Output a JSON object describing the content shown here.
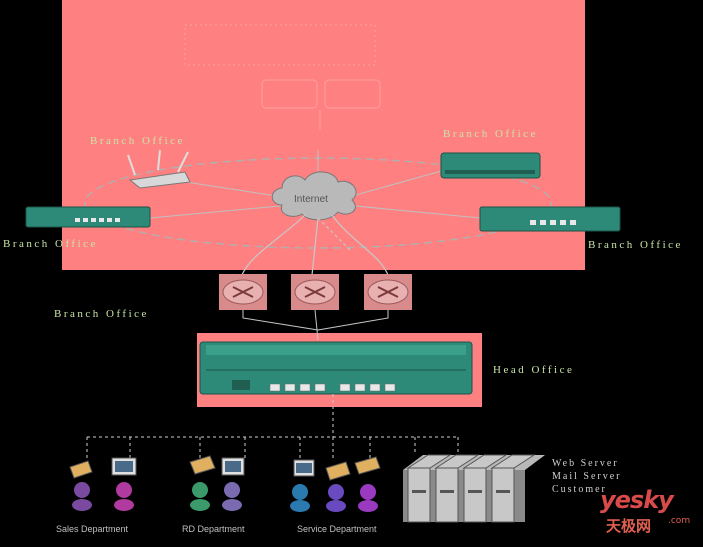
{
  "labels": {
    "branch_top_left": "Branch Office",
    "branch_top_right": "Branch Office",
    "branch_mid_left": "Branch Office",
    "branch_mid_right": "Branch Office",
    "branch_bottom": "Branch Office",
    "head_office": "Head Office",
    "internet": "Internet"
  },
  "departments": [
    "Sales Department",
    "RD Department",
    "Service Department"
  ],
  "servers": [
    "Web Server",
    "Mail Server",
    "Customer"
  ],
  "watermark": {
    "brand": "yesky",
    "sub": "天极网",
    "com": ".com"
  },
  "colors": {
    "panel": "#ff7f7f",
    "background": "#000000",
    "label": "#c8e4a8"
  }
}
